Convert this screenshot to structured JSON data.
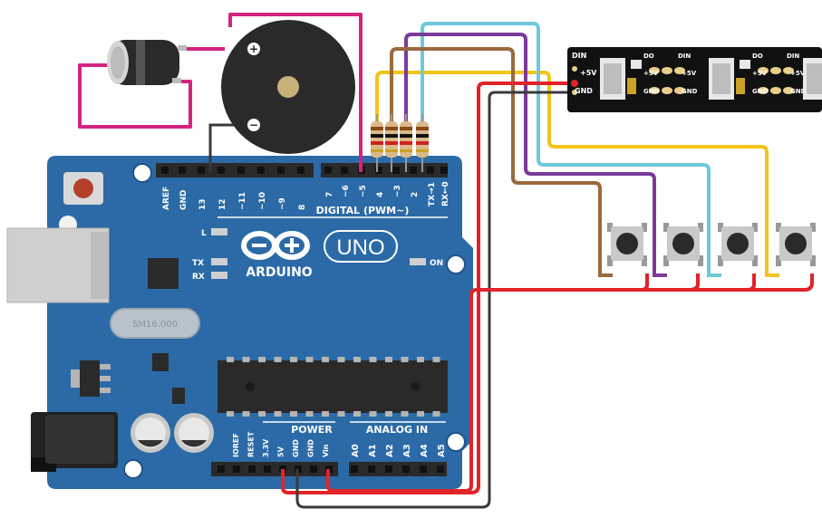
{
  "board": {
    "brand": "ARDUINO",
    "model": "UNO",
    "crystal": "SM16.000",
    "digital_header_label": "DIGITAL (PWM~)",
    "power_label": "POWER",
    "analog_label": "ANALOG IN",
    "on_label": "ON",
    "l_label": "L",
    "tx_label": "TX",
    "rx_label": "RX",
    "top_pins_left": [
      "AREF",
      "GND",
      "13",
      "12",
      "~11",
      "~10",
      "~9",
      "8"
    ],
    "top_pins_right": [
      "7",
      "~6",
      "~5",
      "4",
      "~3",
      "2",
      "TX→1",
      "RX←0"
    ],
    "power_pins": [
      "IOREF",
      "RESET",
      "3.3V",
      "5V",
      "GND",
      "GND",
      "Vin"
    ],
    "analog_pins": [
      "A0",
      "A1",
      "A2",
      "A3",
      "A4",
      "A5"
    ]
  },
  "buzzer": {
    "plus": "+",
    "minus": "−"
  },
  "strip": {
    "din": "DIN",
    "do": "DO",
    "v5": "+5V",
    "gnd": "GND"
  },
  "colors": {
    "board": "#2b6aa6",
    "board_dark": "#1f5487",
    "wire_pink": "#d4237f",
    "wire_red": "#e0242a",
    "wire_black": "#3a3a3a",
    "wire_yellow": "#f2c419",
    "wire_cyan": "#6ec9dc",
    "wire_purple": "#7a3a9a",
    "wire_brown": "#9a6a3c"
  }
}
